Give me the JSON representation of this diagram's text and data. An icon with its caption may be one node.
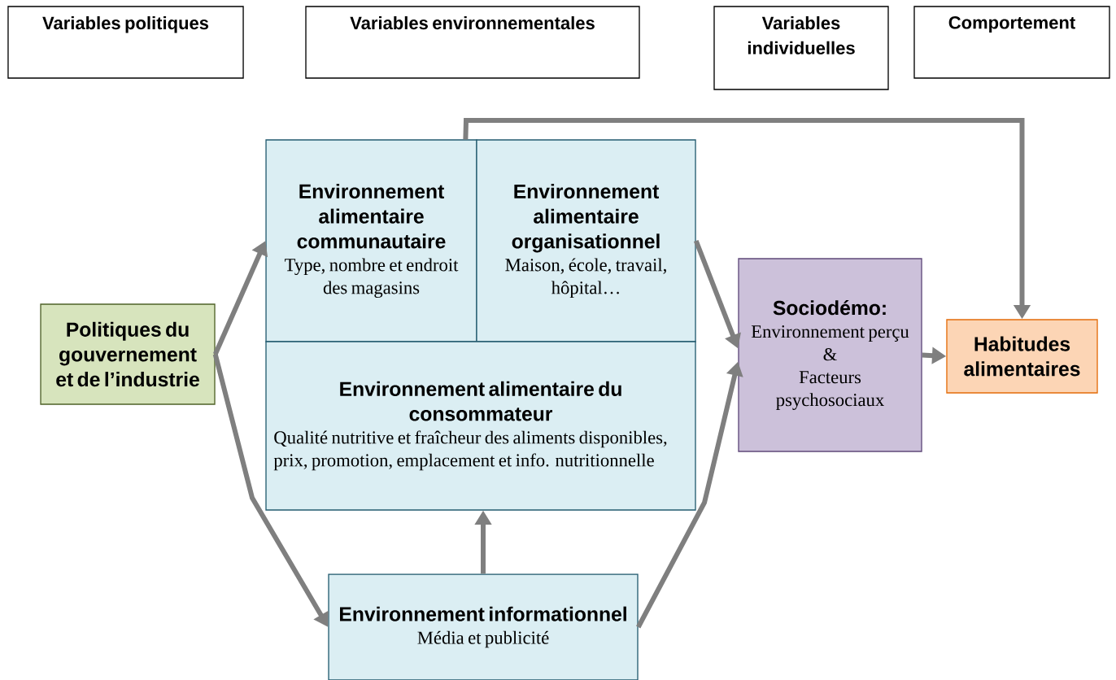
{
  "diagram": {
    "nodes": [
      {
        "text": [
          "Variables politiques"
        ]
      },
      {
        "text": [
          "Variables environnementales"
        ]
      },
      {
        "text": [
          "Variables individuelles"
        ]
      },
      {
        "text": [
          "Comportement"
        ]
      },
      {
        "text": [
          "Politiques du gouvernement et de l’industrie"
        ]
      },
      {
        "text": [
          "Environnement alimentaire communautaire",
          "Type, nombre et endroit des magasins"
        ]
      },
      {
        "text": [
          "Environnement alimentaire organisationnel",
          "Maison, école, travail, hôpital…"
        ]
      },
      {
        "text": [
          "Environnement alimentaire du consommateur",
          "Qualité nutritive et fraîcheur des aliments disponibles, prix, promotion, emplacement et info. nutritionnelle"
        ]
      },
      {
        "text": [
          "Environnement informationnel",
          "Média et publicité"
        ]
      },
      {
        "text": [
          "Sociodémo:",
          "Environnement perçu",
          "&",
          "Facteurs psychosociaux"
        ]
      },
      {
        "text": [
          "Habitudes alimentaires"
        ]
      }
    ],
    "edges": [
      {
        "from": 4,
        "to": 5,
        "arrow": "to"
      },
      {
        "from": 4,
        "to": 8,
        "arrow": "to"
      },
      {
        "from": 8,
        "to": 7,
        "arrow": "to"
      },
      {
        "from": 6,
        "to": 9,
        "arrow": "to"
      },
      {
        "from": 8,
        "to": 9,
        "arrow": "to"
      },
      {
        "from": 5,
        "to": 10,
        "arrow": "to"
      },
      {
        "from": 9,
        "to": 10,
        "arrow": "to"
      }
    ]
  }
}
